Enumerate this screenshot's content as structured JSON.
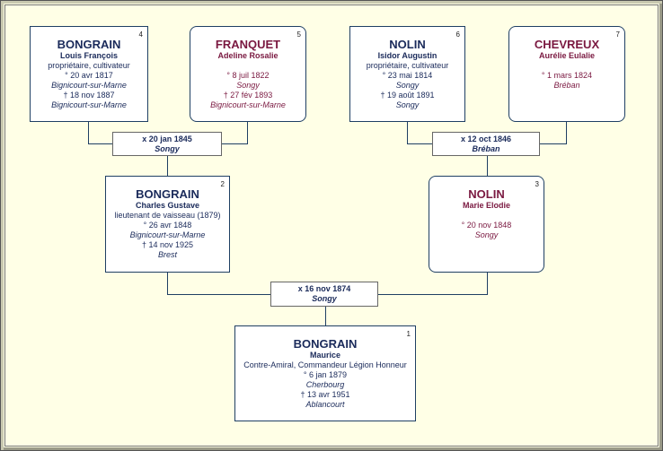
{
  "persons": {
    "p4": {
      "num": "4",
      "surname": "BONGRAIN",
      "given": "Louis François",
      "lines": [
        {
          "t": "propriétaire, cultivateur",
          "i": false
        },
        {
          "t": "° 20 avr 1817",
          "i": false
        },
        {
          "t": "Bignicourt-sur-Marne",
          "i": true
        },
        {
          "t": "† 18 nov 1887",
          "i": false
        },
        {
          "t": "Bignicourt-sur-Marne",
          "i": true
        }
      ]
    },
    "p5": {
      "num": "5",
      "surname": "FRANQUET",
      "given": "Adeline Rosalie",
      "lines": [
        {
          "t": "",
          "i": false
        },
        {
          "t": "° 8 juil 1822",
          "i": false
        },
        {
          "t": "Songy",
          "i": true
        },
        {
          "t": "† 27 fév 1893",
          "i": false
        },
        {
          "t": "Bignicourt-sur-Marne",
          "i": true
        }
      ]
    },
    "p6": {
      "num": "6",
      "surname": "NOLIN",
      "given": "Isidor Augustin",
      "lines": [
        {
          "t": "propriétaire, cultivateur",
          "i": false
        },
        {
          "t": "° 23 mai 1814",
          "i": false
        },
        {
          "t": "Songy",
          "i": true
        },
        {
          "t": "† 19 août 1891",
          "i": false
        },
        {
          "t": "Songy",
          "i": true
        }
      ]
    },
    "p7": {
      "num": "7",
      "surname": "CHEVREUX",
      "given": "Aurélie Eulalie",
      "lines": [
        {
          "t": "",
          "i": false
        },
        {
          "t": "° 1 mars 1824",
          "i": false
        },
        {
          "t": "Bréban",
          "i": true
        }
      ]
    },
    "p2": {
      "num": "2",
      "surname": "BONGRAIN",
      "given": "Charles Gustave",
      "lines": [
        {
          "t": "lieutenant  de vaisseau (1879)",
          "i": false
        },
        {
          "t": "° 26 avr 1848",
          "i": false
        },
        {
          "t": "Bignicourt-sur-Marne",
          "i": true
        },
        {
          "t": "† 14 nov 1925",
          "i": false
        },
        {
          "t": "Brest",
          "i": true
        }
      ]
    },
    "p3": {
      "num": "3",
      "surname": "NOLIN",
      "given": "Marie Elodie",
      "lines": [
        {
          "t": "",
          "i": false
        },
        {
          "t": "° 20 nov 1848",
          "i": false
        },
        {
          "t": "Songy",
          "i": true
        }
      ]
    },
    "p1": {
      "num": "1",
      "surname": "BONGRAIN",
      "given": "Maurice",
      "lines": [
        {
          "t": "Contre-Amiral, Commandeur Légion Honneur",
          "i": false
        },
        {
          "t": "° 6 jan 1879",
          "i": false
        },
        {
          "t": "Cherbourg",
          "i": true
        },
        {
          "t": "† 13 avr 1951",
          "i": false
        },
        {
          "t": "Ablancourt",
          "i": true
        }
      ]
    }
  },
  "marriages": {
    "m45": {
      "date": "x 20 jan 1845",
      "place": "Songy"
    },
    "m67": {
      "date": "x 12 oct 1846",
      "place": "Bréban"
    },
    "m23": {
      "date": "x 16 nov 1874",
      "place": "Songy"
    }
  }
}
